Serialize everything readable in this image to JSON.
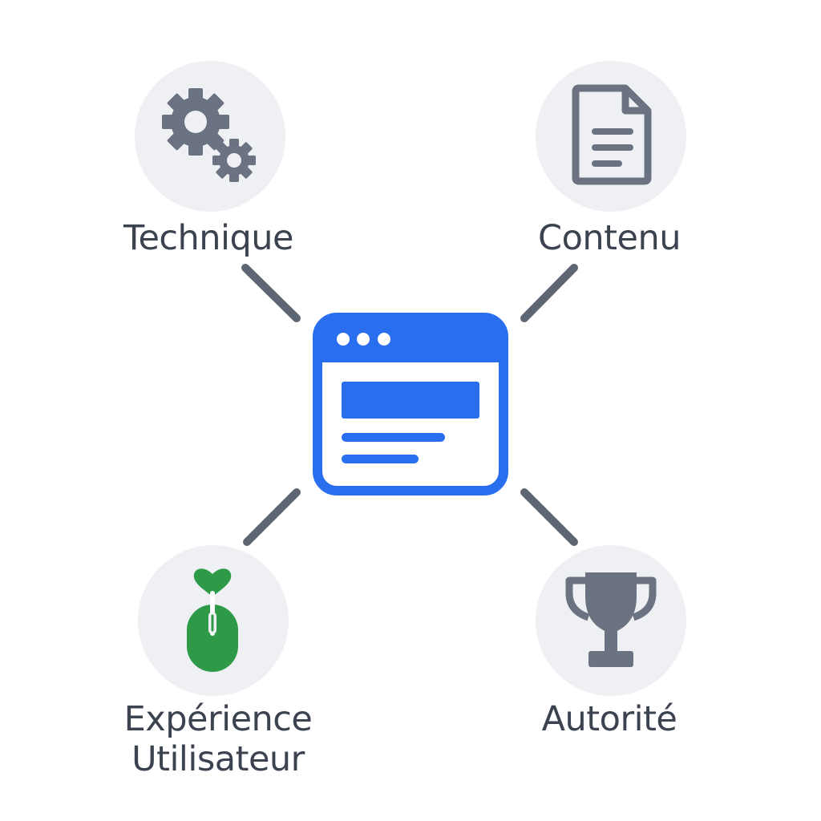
{
  "center": {
    "icon": "browser-window-icon",
    "accent": "#2a6ef0"
  },
  "nodes": [
    {
      "label": "Technique",
      "icon": "gears-icon"
    },
    {
      "label": "Contenu",
      "icon": "document-icon"
    },
    {
      "label_lines": [
        "Expérience",
        "Utilisateur"
      ],
      "icon": "mouse-heart-icon",
      "accent": "#2e9a48"
    },
    {
      "label": "Autorité",
      "icon": "trophy-icon"
    }
  ],
  "colors": {
    "connector": "#5f6673",
    "icon_gray": "#6b7382",
    "circle_bg": "#eef0f3",
    "text": "#3c4350"
  }
}
